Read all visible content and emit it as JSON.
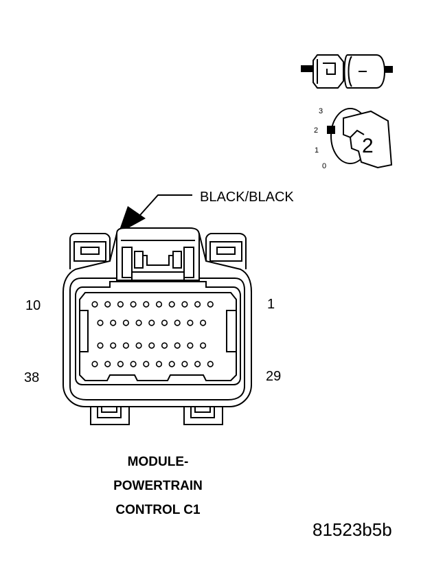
{
  "callout": {
    "label": "BLACK/BLACK"
  },
  "pin_labels": {
    "top_left": "10",
    "top_right": "1",
    "bottom_left": "38",
    "bottom_right": "29"
  },
  "title": {
    "line1": "MODULE-",
    "line2": "POWERTRAIN",
    "line3": "CONTROL C1"
  },
  "figure_id": "81523b5b",
  "inset": {
    "terminal_position_numbers": [
      "3",
      "2",
      "1",
      "0"
    ],
    "key_number": "2"
  },
  "cavity_rows": [
    {
      "row": 1,
      "count": 10
    },
    {
      "row": 2,
      "count": 9
    },
    {
      "row": 3,
      "count": 9
    },
    {
      "row": 4,
      "count": 10
    }
  ]
}
